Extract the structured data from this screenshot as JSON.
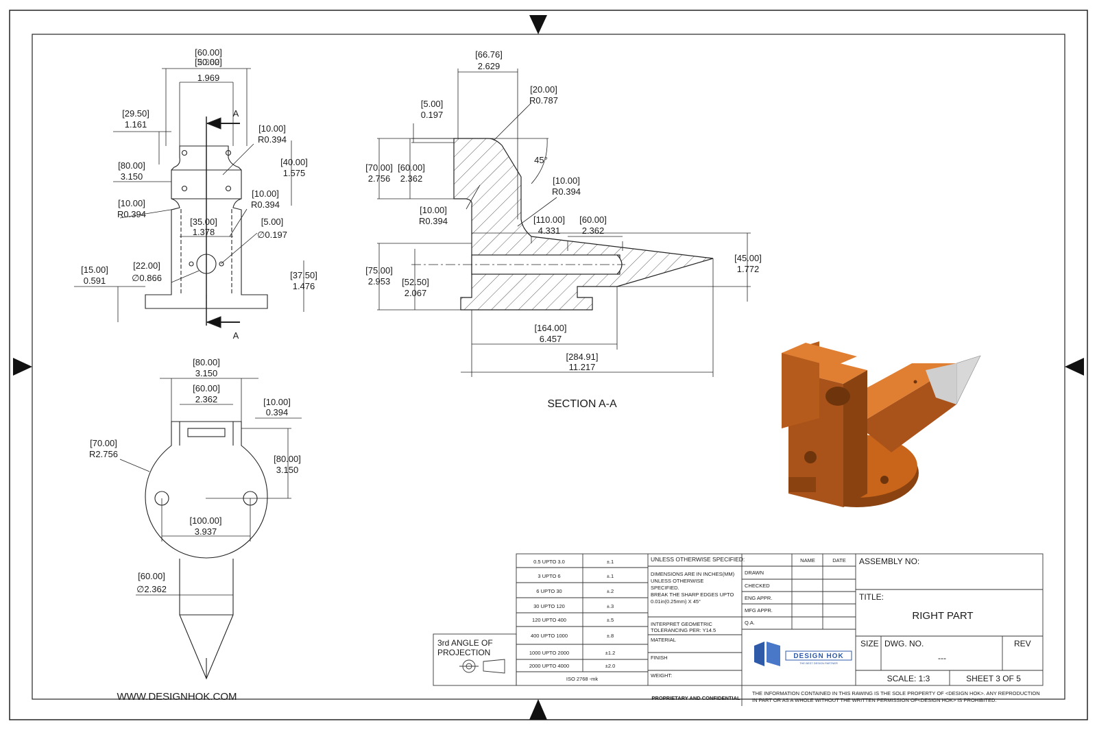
{
  "views": {
    "front": {
      "dims": [
        {
          "id": "d1",
          "mm": "[60.00]",
          "inch": "2.362"
        },
        {
          "id": "d2",
          "mm": "[50.00]",
          "inch": "1.969"
        },
        {
          "id": "d3",
          "mm": "[29.50]",
          "inch": "1.161"
        },
        {
          "id": "d4",
          "mm": "[10.00]",
          "inch": "R0.394"
        },
        {
          "id": "d5",
          "mm": "[40.00]",
          "inch": "1.575"
        },
        {
          "id": "d6",
          "mm": "[80.00]",
          "inch": "3.150"
        },
        {
          "id": "d7",
          "mm": "[10.00]",
          "inch": "R0.394"
        },
        {
          "id": "d8",
          "mm": "[10.00]",
          "inch": "R0.394"
        },
        {
          "id": "d9",
          "mm": "[35.00]",
          "inch": "1.378"
        },
        {
          "id": "d10",
          "mm": "[5.00]",
          "inch": "∅0.197"
        },
        {
          "id": "d11",
          "mm": "[15.00]",
          "inch": "0.591"
        },
        {
          "id": "d12",
          "mm": "[22.00]",
          "inch": "∅0.866"
        },
        {
          "id": "d13",
          "mm": "[37.50]",
          "inch": "1.476"
        }
      ],
      "section_mark": "A"
    },
    "top": {
      "dims": [
        {
          "id": "t1",
          "mm": "[80.00]",
          "inch": "3.150"
        },
        {
          "id": "t2",
          "mm": "[60.00]",
          "inch": "2.362"
        },
        {
          "id": "t3",
          "mm": "[10.00]",
          "inch": "0.394"
        },
        {
          "id": "t4",
          "mm": "[70.00]",
          "inch": "R2.756"
        },
        {
          "id": "t5",
          "mm": "[80.00]",
          "inch": "3.150"
        },
        {
          "id": "t6",
          "mm": "[100.00]",
          "inch": "3.937"
        },
        {
          "id": "t7",
          "mm": "[60.00]",
          "inch": "∅2.362"
        }
      ]
    },
    "section": {
      "title": "SECTION A-A",
      "dims": [
        {
          "id": "s1",
          "mm": "[66.76]",
          "inch": "2.629"
        },
        {
          "id": "s2",
          "mm": "[20.00]",
          "inch": "R0.787"
        },
        {
          "id": "s3",
          "mm": "[5.00]",
          "inch": "0.197"
        },
        {
          "id": "s4",
          "mm": "[70.00]",
          "inch": "2.756"
        },
        {
          "id": "s5",
          "mm": "[60.00]",
          "inch": "2.362"
        },
        {
          "id": "s6",
          "mm": "[10.00]",
          "inch": "R0.394"
        },
        {
          "id": "s7",
          "mm": "[10.00]",
          "inch": "R0.394"
        },
        {
          "id": "s8",
          "mm": "[110.00]",
          "inch": "4.331"
        },
        {
          "id": "s9",
          "mm": "[60.00]",
          "inch": "2.362"
        },
        {
          "id": "s10",
          "mm": "[45.00]",
          "inch": "1.772"
        },
        {
          "id": "s11",
          "mm": "[75.00]",
          "inch": "2.953"
        },
        {
          "id": "s12",
          "mm": "[52.50]",
          "inch": "2.067"
        },
        {
          "id": "s13",
          "mm": "[164.00]",
          "inch": "6.457"
        },
        {
          "id": "s14",
          "mm": "[284.91]",
          "inch": "11.217"
        }
      ],
      "angle": "45°"
    }
  },
  "tolerance_table": [
    {
      "range": "0.5 UPTO 3.0",
      "tol": "±.1"
    },
    {
      "range": "3 UPTO 6",
      "tol": "±.1"
    },
    {
      "range": "6 UPTO 30",
      "tol": "±.2"
    },
    {
      "range": "30 UPTO 120",
      "tol": "±.3"
    },
    {
      "range": "120 UPTO 400",
      "tol": "±.5"
    },
    {
      "range": "400 UPTO 1000",
      "tol": "±.8"
    },
    {
      "range": "1000 UPTO 2000",
      "tol": "±1.2"
    },
    {
      "range": "2000 UPTO 4000",
      "tol": "±2.0"
    }
  ],
  "iso_note": "ISO 2768 -mk",
  "notes": {
    "unless": "UNLESS OTHERWISE SPECIFIED:",
    "dims1": "DIMENSIONS ARE IN INCHES(MM)",
    "dims2": "UNLESS OTHERWISE",
    "dims3": "SPECIFIED.",
    "dims4": "BREAK THE SHARP EDGES UPTO",
    "dims5": "0.01in(0.25mm) X 45°",
    "interp1": "INTERPRET GEOMETRIC",
    "interp2": "TOLERANCING PER: Y14.5",
    "material": "MATERIAL",
    "finish": "FINISH",
    "weight": "WEIGHT:"
  },
  "signoff": {
    "name": "NAME",
    "date": "DATE",
    "rows": [
      "DRAWN",
      "CHECKED",
      "ENG APPR.",
      "MFG APPR.",
      "Q.A."
    ]
  },
  "projection": {
    "line1": "3rd ANGLE OF",
    "line2": "PROJECTION"
  },
  "title_block": {
    "assembly_label": "ASSEMBLY NO:",
    "title_label": "TITLE:",
    "title": "RIGHT PART",
    "size_label": "SIZE",
    "dwg_label": "DWG.  NO.",
    "dwg_no": "---",
    "rev_label": "REV",
    "scale": "SCALE: 1:3",
    "sheet": "SHEET 3 OF 5"
  },
  "logo": {
    "name": "DESIGN HOK",
    "tagline": "THE BEST DESIGN PARTNER"
  },
  "footer": {
    "website": "WWW.DESIGNHOK.COM",
    "proprietary": "PROPRIETARY AND CONFIDENTIAL",
    "disclaimer1": "THE INFORMATION CONTAINED IN THIS RAWING IS THE SOLE PROPERTY OF <DESIGN HOK>.  ANY REPRODUCTION",
    "disclaimer2": "IN PART OR AS A WHOLE WITHOUT THE WRITTEN PERMISSION OF<DESIGN HOK> IS PROHIBITED."
  },
  "colors": {
    "part": "#c8651b",
    "part_dark": "#8a4310",
    "part_light": "#e07f32",
    "tip": "#d8d8d8",
    "logo": "#2f5aa8"
  }
}
